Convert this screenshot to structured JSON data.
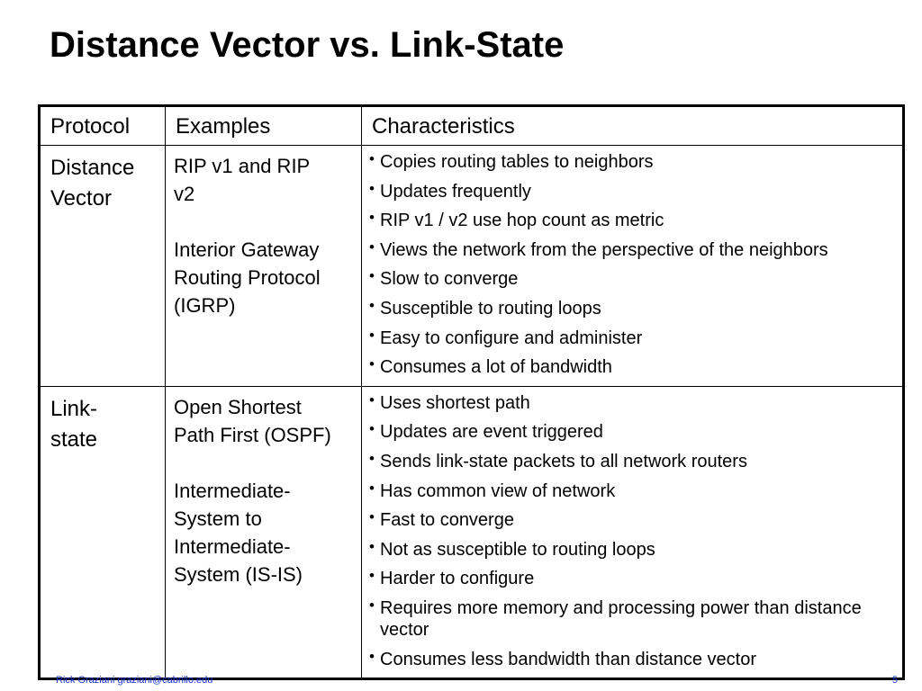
{
  "slide": {
    "title": "Distance Vector vs. Link-State",
    "footer": "Rick Graziani  graziani@cabrillo.edu",
    "page_number": "5"
  },
  "table": {
    "headers": [
      "Protocol",
      "Examples",
      "Characteristics"
    ],
    "rows": [
      {
        "protocol": [
          "Distance",
          "Vector"
        ],
        "examples": [
          [
            "RIP v1 and RIP",
            "v2"
          ],
          [
            "Interior Gateway",
            "Routing Protocol",
            "(IGRP)"
          ]
        ],
        "characteristics": [
          "Copies routing tables to neighbors",
          "Updates frequently",
          "RIP v1 / v2 use hop count as metric",
          "Views the network from the perspective of the neighbors",
          "Slow to converge",
          "Susceptible to routing loops",
          "Easy to configure and administer",
          "Consumes a lot of bandwidth"
        ]
      },
      {
        "protocol": [
          "Link-",
          "state"
        ],
        "examples": [
          [
            "Open Shortest",
            "Path First (OSPF)"
          ],
          [
            "Intermediate-",
            "System to",
            "Intermediate-",
            "System (IS-IS)"
          ]
        ],
        "characteristics": [
          "Uses shortest path",
          "Updates are event triggered",
          "Sends link-state packets to all network routers",
          "Has common view of network",
          "Fast to converge",
          "Not as susceptible to routing loops",
          "Harder to configure",
          "Requires more memory and processing power than distance vector",
          "Consumes less bandwidth than distance vector"
        ]
      }
    ]
  }
}
